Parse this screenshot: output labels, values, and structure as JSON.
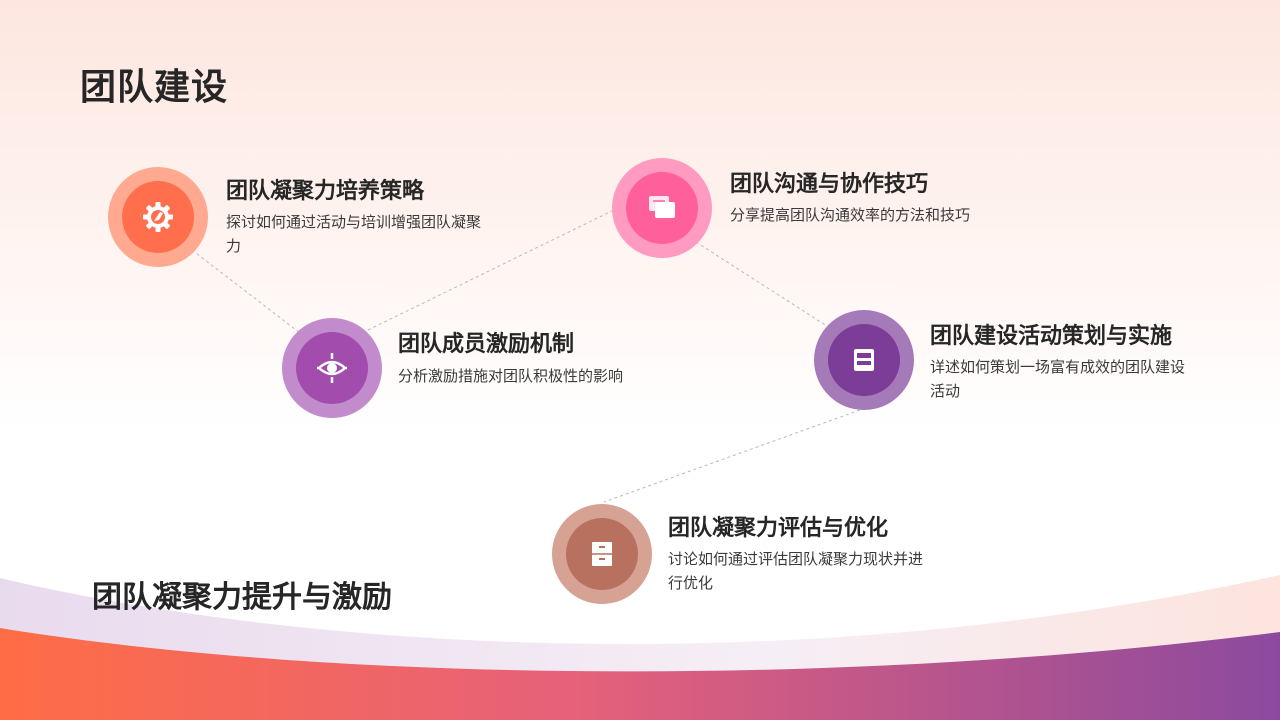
{
  "page": {
    "title": "团队建设",
    "footer_title": "团队凝聚力提升与激励"
  },
  "colors": {
    "accent_orange": "#ff6f4e",
    "accent_pink": "#ff5f9b",
    "accent_purple": "#a24cae",
    "accent_deep_purple": "#7b3d98",
    "accent_brown": "#b8705f"
  },
  "items": [
    {
      "title": "团队凝聚力培养策略",
      "description": "探讨如何通过活动与培训增强团队凝聚力",
      "icon": "gear-rocket-icon"
    },
    {
      "title": "团队成员激励机制",
      "description": "分析激励措施对团队积极性的影响",
      "icon": "target-eye-icon"
    },
    {
      "title": "团队沟通与协作技巧",
      "description": "分享提高团队沟通效率的方法和技巧",
      "icon": "chat-bubbles-icon"
    },
    {
      "title": "团队建设活动策划与实施",
      "description": "详述如何策划一场富有成效的团队建设活动",
      "icon": "folder-icon"
    },
    {
      "title": "团队凝聚力评估与优化",
      "description": "讨论如何通过评估团队凝聚力现状并进行优化",
      "icon": "cabinet-icon"
    }
  ]
}
